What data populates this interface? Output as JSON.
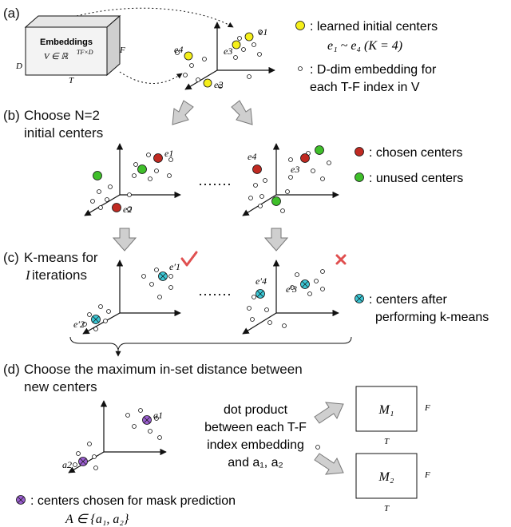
{
  "colors": {
    "learned_center": "#f5ef1a",
    "chosen_center": "#c02a22",
    "unused_center": "#3fbf2a",
    "kmeans_center": "#3cc8d6",
    "mask_center": "#9b5fd0",
    "arrow_fill": "#cfcfcf",
    "check_mark": "#e05050",
    "cross_mark": "#e05050"
  },
  "icons": {
    "check": "check-mark-icon",
    "cross": "cross-mark-icon"
  },
  "section_a": {
    "label": "(a)",
    "box_title": "Embeddings",
    "box_formula": "V ∈ ℝ",
    "box_formula_sup": "TF×D",
    "dim_d": "D",
    "dim_t": "T",
    "dim_f": "F",
    "centers": [
      "e1",
      "e2",
      "e3",
      "e4"
    ],
    "legend_learned": ": learned initial centers",
    "legend_range": "e₁ ~ e₄  (K = 4)",
    "legend_embed_1": ": D-dim embedding for",
    "legend_embed_2": "each T-F index in V"
  },
  "section_b": {
    "label": "(b)",
    "title_1": "Choose N=2",
    "title_2": "initial centers",
    "left_centers": [
      "e1",
      "e2"
    ],
    "right_centers": [
      "e4",
      "e3"
    ],
    "dots": "·······",
    "legend_chosen": ": chosen centers",
    "legend_unused": ": unused centers"
  },
  "section_c": {
    "label": "(c)",
    "title_1": "K-means for",
    "title_2_var": "I",
    "title_2_rest": " iterations",
    "left_centers": [
      "e′1",
      "e′2"
    ],
    "right_centers": [
      "e′4",
      "e′3"
    ],
    "dots": "·······",
    "legend_1": ": centers after",
    "legend_2": "performing k-means"
  },
  "section_d": {
    "label": "(d)",
    "title_1": "Choose the maximum in-set distance between",
    "title_2": "new centers",
    "centers": [
      "a1",
      "a2"
    ],
    "dot_text": [
      "dot product",
      "between each T-F",
      "index embedding",
      "and a₁, a₂"
    ],
    "mask_1": "M₁",
    "mask_2": "M₂",
    "mask_f": "F",
    "mask_t": "T",
    "legend_1": ": centers chosen for mask prediction",
    "legend_set": "A ∈ {a₁, a₂}"
  }
}
